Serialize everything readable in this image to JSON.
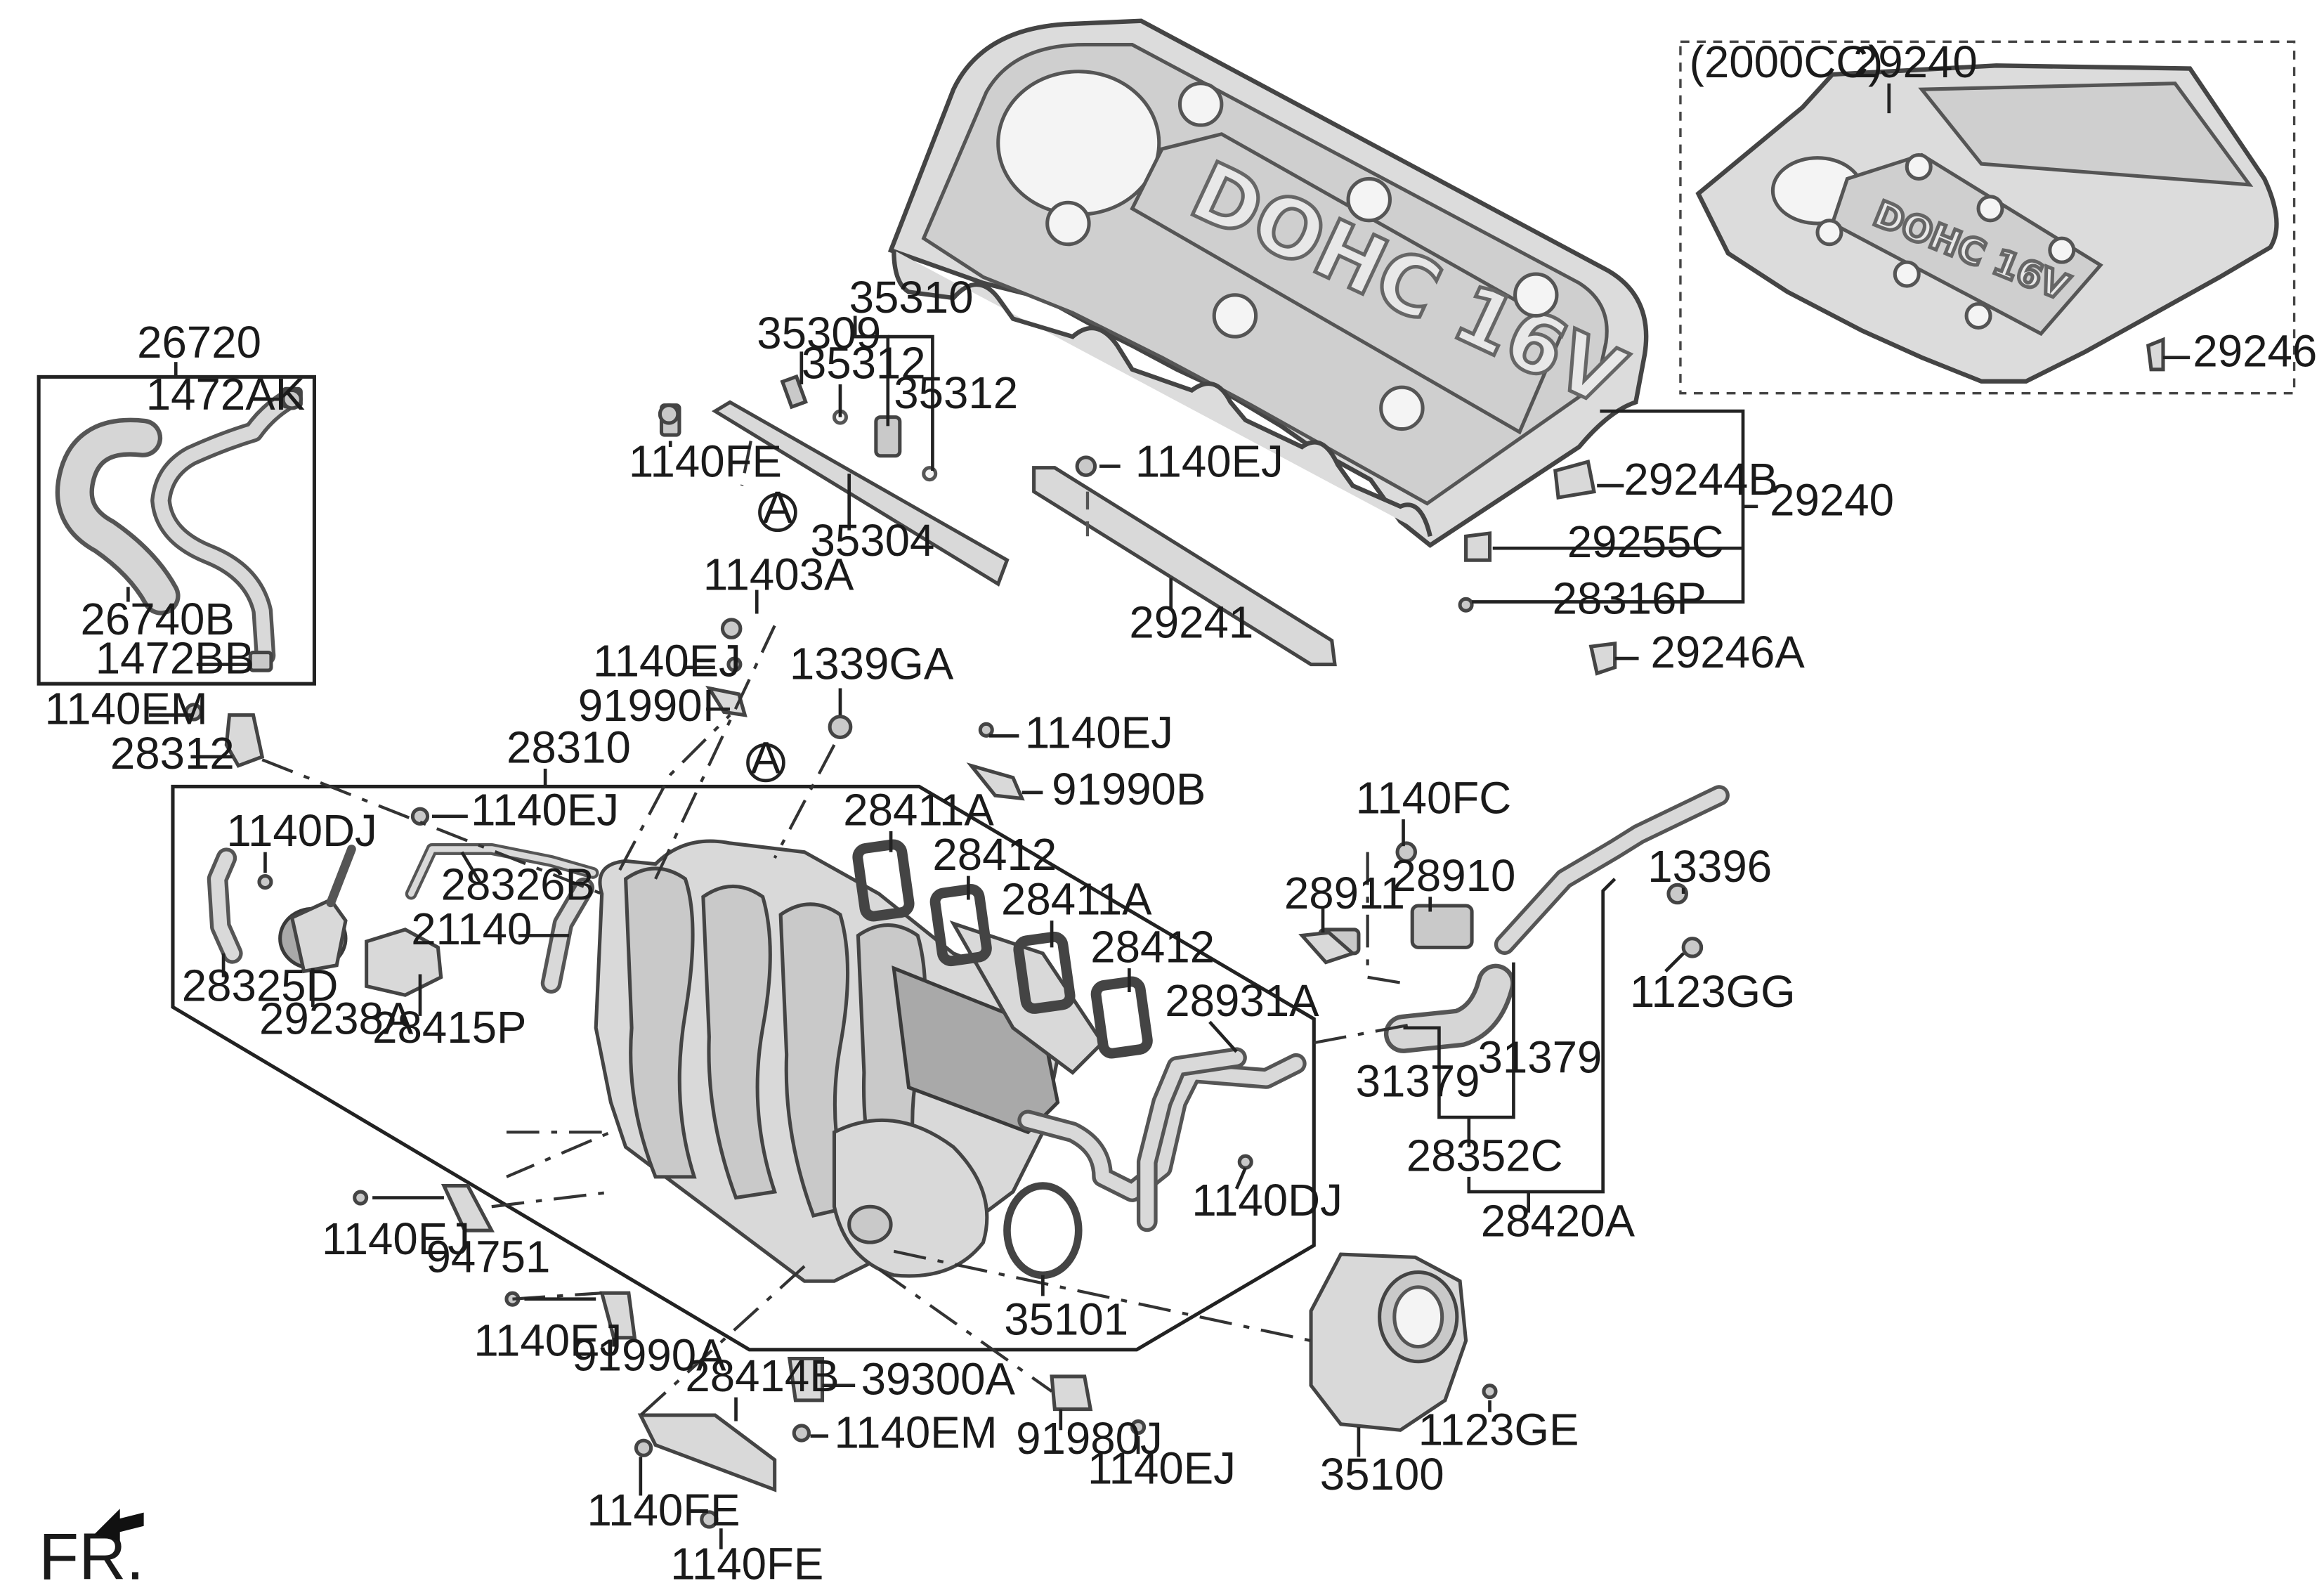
{
  "diagram": {
    "variant_label": "(2000CC)",
    "orientation_label": "FR.",
    "callout_letter": "A",
    "emblem_text": "DOHC 16V",
    "part_numbers": {
      "p26720": "26720",
      "p1472AK": "1472AK",
      "p26740B": "26740B",
      "p1472BB": "1472BB",
      "p1140EM_a": "1140EM",
      "p28312": "28312",
      "p35309": "35309",
      "p35310": "35310",
      "p35312_a": "35312",
      "p35312_b": "35312",
      "p1140FE_a": "1140FE",
      "p35304": "35304",
      "p1140EJ_a": "1140EJ",
      "p29241": "29241",
      "p29240_main": "29240",
      "p29244B": "29244B",
      "p29255C": "29255C",
      "p28316P": "28316P",
      "p29246A": "29246A",
      "p29240_alt": "29240",
      "p29246": "29246",
      "p11403A": "11403A",
      "p1140EJ_b": "1140EJ",
      "p91990I": "91990I",
      "p1339GA": "1339GA",
      "p1140EJ_c": "1140EJ",
      "p91990B": "91990B",
      "p28310": "28310",
      "p1140EJ_d": "1140EJ",
      "p1140DJ_a": "1140DJ",
      "p28326B": "28326B",
      "p21140": "21140",
      "p28325D": "28325D",
      "p29238A": "29238A",
      "p28415P": "28415P",
      "p28411A_a": "28411A",
      "p28412_a": "28412",
      "p28411A_b": "28411A",
      "p28412_b": "28412",
      "p28931A": "28931A",
      "p1140DJ_b": "1140DJ",
      "p1140FC": "1140FC",
      "p28911": "28911",
      "p28910": "28910",
      "p13396": "13396",
      "p1123GG": "1123GG",
      "p31379_a": "31379",
      "p31379_b": "31379",
      "p28352C": "28352C",
      "p28420A": "28420A",
      "p1140EJ_e": "1140EJ",
      "p94751": "94751",
      "p1140EJ_f": "1140EJ",
      "p91990A": "91990A",
      "p35101": "35101",
      "p28414B": "28414B",
      "p39300A": "39300A",
      "p1140EM_b": "1140EM",
      "p91980J": "91980J",
      "p1140EJ_g": "1140EJ",
      "p1140FE_b": "1140FE",
      "p1140FE_c": "1140FE",
      "p35100": "35100",
      "p1123GE": "1123GE"
    },
    "colors": {
      "part_fill": "#d9d9d9",
      "outline": "#444444",
      "text": "#1a1a1a"
    }
  }
}
